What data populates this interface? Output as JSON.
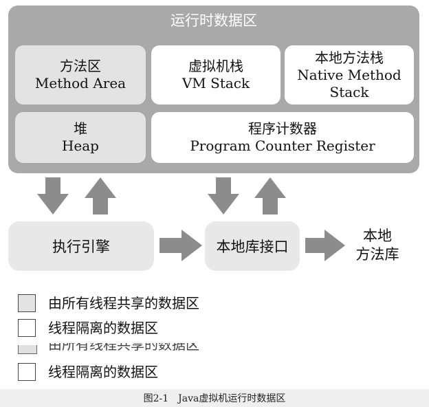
{
  "runtime_area": {
    "title": "运行时数据区"
  },
  "method_area": {
    "cn": "方法区",
    "en": "Method Area"
  },
  "vm_stack": {
    "cn": "虚拟机栈",
    "en": "VM Stack"
  },
  "native_method_stack": {
    "cn": "本地方法栈",
    "en_line1": "Native Method",
    "en_line2": "Stack"
  },
  "heap": {
    "cn": "堆",
    "en": "Heap"
  },
  "pc_register": {
    "cn": "程序计数器",
    "en": "Program Counter Register"
  },
  "execution_engine": {
    "label": "执行引擎"
  },
  "native_interface": {
    "label": "本地库接口"
  },
  "native_library": {
    "line1": "本地",
    "line2": "方法库"
  },
  "legend": {
    "shared": "由所有线程共享的数据区",
    "isolated": "线程隔离的数据区",
    "shared_repeat": "由所有线程共享的数据区",
    "isolated_repeat": "线程隔离的数据区"
  },
  "caption": "图2-1　Java虚拟机运行时数据区",
  "colors": {
    "runtime_bg": "#a9a9a9",
    "shared_fill": "#e3e3e3",
    "isolated_fill": "#ffffff",
    "arrow": "#8c8c8c"
  }
}
